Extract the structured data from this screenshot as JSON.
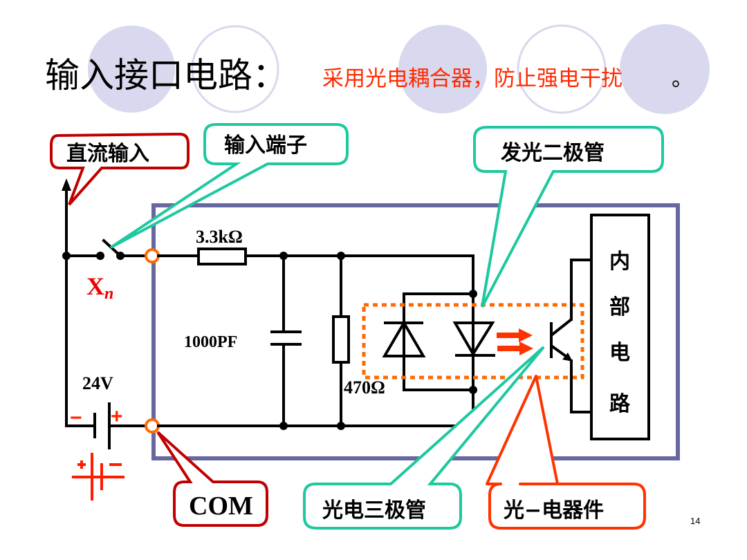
{
  "slide": {
    "title": "输入接口电路：",
    "subtitle": "采用光电耦合器，防止强电干扰",
    "subtitle_end": "。",
    "page_number": "14"
  },
  "callouts": {
    "dc_input": "直流输入",
    "input_terminal": "输入端子",
    "led": "发光二极管",
    "com": "COM",
    "phototransistor": "光电三极管",
    "opto_device": "光−电器件"
  },
  "circuit": {
    "resistor_series": "3.3kΩ",
    "capacitor": "1000PF",
    "resistor_parallel": "470Ω",
    "voltage": "24V",
    "switch_label": "X",
    "switch_subscript": "n",
    "internal_circuit": [
      "内",
      "部",
      "电",
      "路"
    ],
    "battery_minus": "−",
    "battery_plus": "+",
    "alt_battery_plus": "+",
    "alt_battery_minus": "−"
  },
  "colors": {
    "title_accent": "#ff2a00",
    "callout_red": "#c00000",
    "callout_green": "#1ec8a0",
    "callout_orange_red": "#ff3300",
    "frame": "#6868a0",
    "terminal": "#ff6a00",
    "decor_circle": "#d8d8ee"
  }
}
